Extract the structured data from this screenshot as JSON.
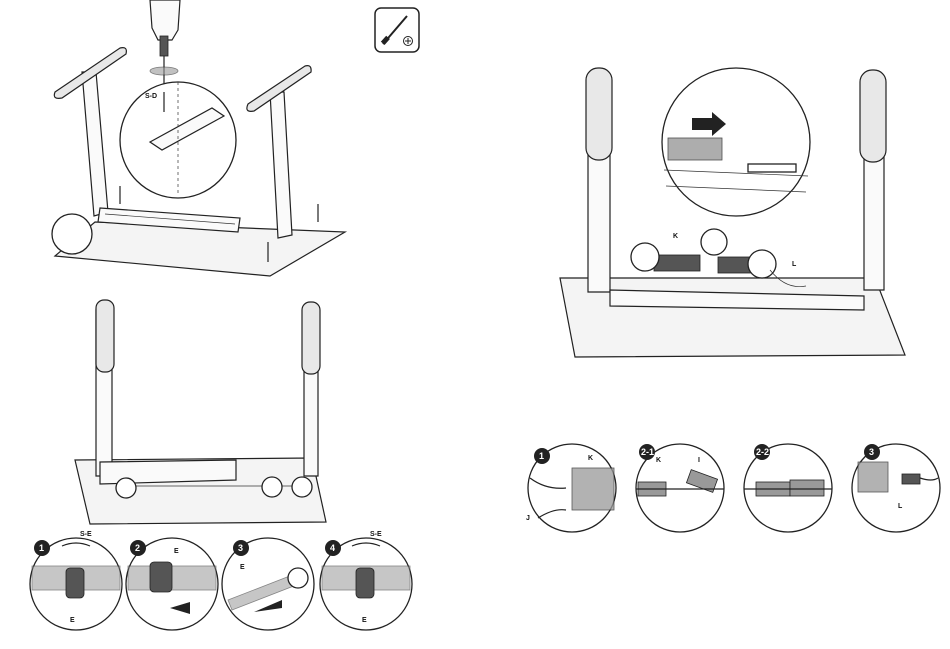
{
  "tool_icon": {
    "name": "screwdriver-phillips-icon"
  },
  "labels": {
    "screw_sd": "S-D",
    "bolt_se_1": "S-E",
    "bolt_se_4": "S-E",
    "part_e_1": "E",
    "part_e_2": "E",
    "part_e_3": "E",
    "part_e_4": "E",
    "part_k_main": "K",
    "part_l_main": "L",
    "part_k_c1": "K",
    "part_j_c1": "J",
    "part_k_c21": "K",
    "part_i_c21": "I",
    "part_l_c3": "L"
  },
  "step_badges": {
    "s1": "1",
    "s2": "2",
    "s3": "3",
    "s4": "4"
  },
  "cable_badges": {
    "c1": "1",
    "c21": "2-1",
    "c22": "2-2",
    "c3": "3"
  },
  "colors": {
    "line": "#222222",
    "badge": "#222222",
    "background": "#ffffff"
  }
}
